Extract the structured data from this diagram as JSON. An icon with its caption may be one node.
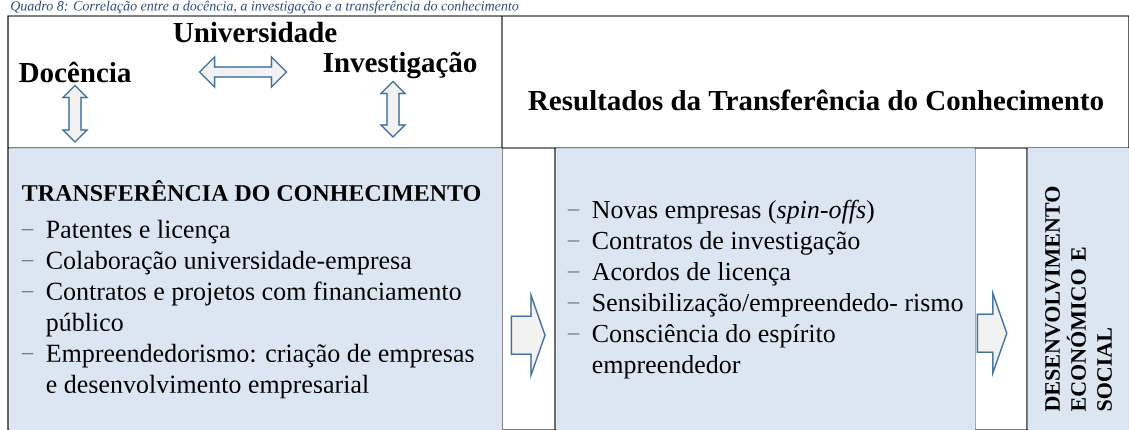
{
  "diagram": {
    "title": "Quadro 8: Correlação entre a docência, a investigação e a transferência do conhecimento",
    "nodes": [
      {
        "text": [
          "Docência"
        ]
      },
      {
        "text": [
          "Investigação"
        ]
      },
      {
        "text": [
          "TRANSFERÊNCIA DO CONHECIMENTO",
          "Patentes e licença",
          "Colaboração universidade-empresa",
          "Contratos e projetos com financiamento público",
          "Empreendedorismo: criação de empresas e desenvolvimento empresarial"
        ]
      },
      {
        "text": [
          "Novas empresas (*spin-offs*)",
          "Contratos de investigação",
          "Acordos de licença",
          "Sensibilização/empreendedo- rismo",
          "Consciência do espírito empreendedor"
        ]
      },
      {
        "text": [
          "DESENVOLVIMENTO ECONÓMICO E SOCIAL"
        ]
      }
    ],
    "edges": [
      {
        "from": 0,
        "to": 1,
        "arrow": "both"
      },
      {
        "from": 0,
        "to": 2,
        "arrow": "both"
      },
      {
        "from": 1,
        "to": 2,
        "arrow": "both"
      },
      {
        "from": 2,
        "to": 3,
        "arrow": "to"
      },
      {
        "from": 3,
        "to": 4,
        "arrow": "to"
      }
    ],
    "labels": [
      "Universidade",
      "Resultados da Transferência do Conhecimento"
    ]
  }
}
